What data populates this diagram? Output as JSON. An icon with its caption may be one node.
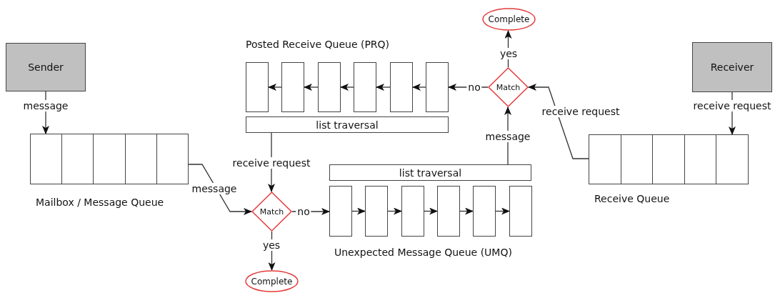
{
  "diagram": {
    "nodes": [
      {
        "text": [
          "Complete"
        ]
      },
      {
        "text": [
          "Sender"
        ]
      },
      {
        "text": [],
        "shape": "box"
      },
      {
        "text": [],
        "shape": "box"
      },
      {
        "text": [],
        "shape": "box"
      },
      {
        "text": [],
        "shape": "box"
      },
      {
        "text": [],
        "shape": "box"
      },
      {
        "text": [],
        "shape": "box"
      },
      {
        "text": [
          "Match"
        ]
      },
      {
        "text": [
          "Receiver"
        ]
      },
      {
        "text": [
          "list traversal"
        ]
      },
      {
        "text": [
          "Mailbox / Message Queue"
        ]
      },
      {
        "text": [
          "Receive Queue"
        ]
      },
      {
        "text": [
          "list traversal"
        ]
      },
      {
        "text": [
          "Match"
        ]
      },
      {
        "text": [],
        "shape": "box"
      },
      {
        "text": [],
        "shape": "box"
      },
      {
        "text": [],
        "shape": "box"
      },
      {
        "text": [],
        "shape": "box"
      },
      {
        "text": [],
        "shape": "box"
      },
      {
        "text": [],
        "shape": "box"
      },
      {
        "text": [
          "Complete"
        ]
      }
    ],
    "edges": [
      {
        "from": 1,
        "to": 11,
        "arrow": "to",
        "label": "message"
      },
      {
        "from": 11,
        "to": 14,
        "arrow": "to",
        "label": "message"
      },
      {
        "from": 10,
        "to": 14,
        "arrow": "to",
        "label": "receive request"
      },
      {
        "from": 14,
        "to": 15,
        "arrow": "to",
        "label": "no"
      },
      {
        "from": 15,
        "to": 16,
        "arrow": "to"
      },
      {
        "from": 16,
        "to": 17,
        "arrow": "to"
      },
      {
        "from": 17,
        "to": 18,
        "arrow": "to"
      },
      {
        "from": 18,
        "to": 19,
        "arrow": "to"
      },
      {
        "from": 19,
        "to": 20,
        "arrow": "to"
      },
      {
        "from": 14,
        "to": 21,
        "arrow": "to",
        "label": "yes"
      },
      {
        "from": 13,
        "to": 8,
        "arrow": "to",
        "label": "message"
      },
      {
        "from": 12,
        "to": 8,
        "arrow": "to",
        "label": "receive request"
      },
      {
        "from": 9,
        "to": 12,
        "arrow": "to",
        "label": "receive request"
      },
      {
        "from": 8,
        "to": 7,
        "arrow": "to",
        "label": "no"
      },
      {
        "from": 7,
        "to": 6,
        "arrow": "to"
      },
      {
        "from": 6,
        "to": 5,
        "arrow": "to"
      },
      {
        "from": 5,
        "to": 4,
        "arrow": "to"
      },
      {
        "from": 4,
        "to": 3,
        "arrow": "to"
      },
      {
        "from": 3,
        "to": 2,
        "arrow": "to"
      },
      {
        "from": 8,
        "to": 0,
        "arrow": "to",
        "label": "yes"
      }
    ],
    "labels": [
      "Posted Receive Queue (PRQ)",
      "Unexpected Message Queue (UMQ)"
    ]
  }
}
